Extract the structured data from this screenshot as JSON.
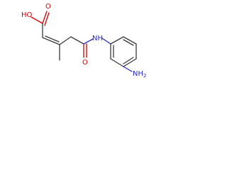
{
  "molecule": {
    "atoms": {
      "acid_oh": {
        "text": "HO",
        "color": "#d40000"
      },
      "acid_o": {
        "text": "O",
        "color": "#d40000"
      },
      "amide_o": {
        "text": "O",
        "color": "#d40000"
      },
      "amide_nh": {
        "text": "NH",
        "color": "#2a2acc"
      },
      "amine_n": {
        "text": "NH",
        "subscript": "2",
        "color": "#2a2acc"
      }
    },
    "bond_color": "#3a3a3a"
  }
}
